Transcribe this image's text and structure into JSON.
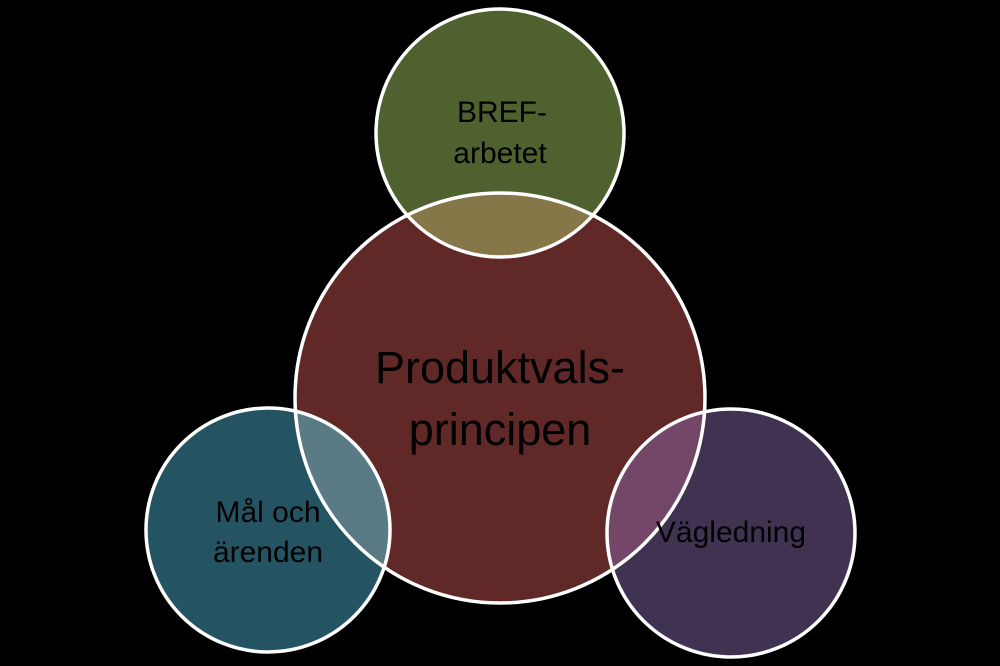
{
  "diagram": {
    "background": "#000000",
    "stroke": "#ffffff",
    "center": {
      "label_line1": "Produktvals-",
      "label_line2": "principen",
      "color": "#612828"
    },
    "top": {
      "label_line1": "BREF-",
      "label_line2": "arbetet",
      "color": "#4f612f",
      "overlap_color": "#857747"
    },
    "left": {
      "label_line1": "Mål och",
      "label_line2": "ärenden",
      "color": "#245462",
      "overlap_color": "#5a7a86"
    },
    "right": {
      "label_line1": "Vägledning",
      "color": "#403352",
      "overlap_color": "#744668"
    }
  }
}
